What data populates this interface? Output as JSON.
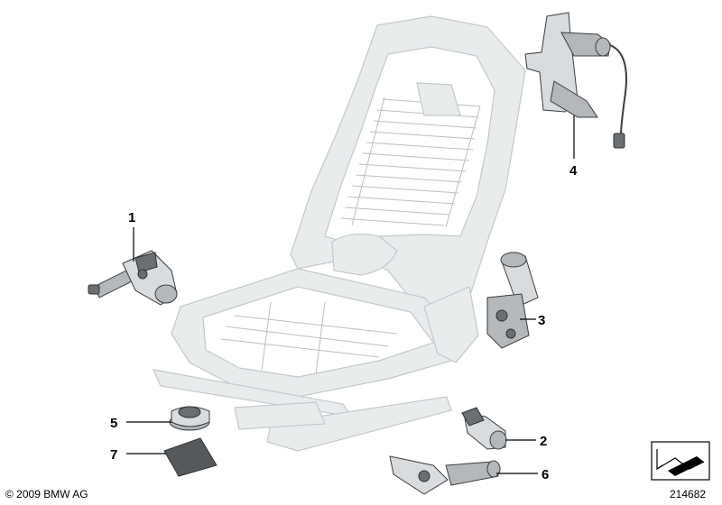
{
  "callouts": [
    {
      "id": "1",
      "label": "1"
    },
    {
      "id": "2",
      "label": "2"
    },
    {
      "id": "3",
      "label": "3"
    },
    {
      "id": "4",
      "label": "4"
    },
    {
      "id": "5",
      "label": "5"
    },
    {
      "id": "6",
      "label": "6"
    },
    {
      "id": "7",
      "label": "7"
    }
  ],
  "footer": {
    "copyright": "© 2009 BMW AG",
    "diagram_number": "214682"
  },
  "icons": {
    "corner": "folded-corner-arrow-icon"
  },
  "colors": {
    "frame": "#c9cfd2",
    "part": "#6b6f72",
    "text": "#000000"
  }
}
